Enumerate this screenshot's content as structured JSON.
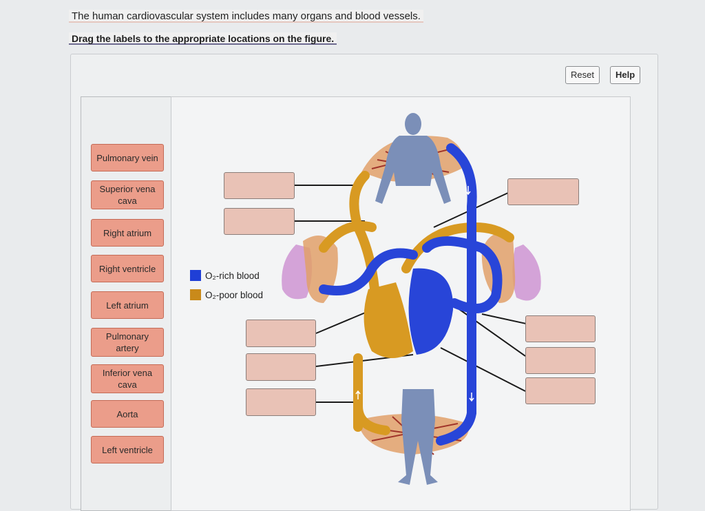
{
  "header": {
    "intro": "The human cardiovascular system includes many organs and blood vessels.",
    "instruction": "Drag the labels to the appropriate locations on the figure."
  },
  "toolbar": {
    "reset_label": "Reset",
    "help_label": "Help"
  },
  "label_bank": {
    "items": [
      "Pulmonary vein",
      "Superior vena cava",
      "Right atrium",
      "Right ventricle",
      "Left atrium",
      "Pulmonary artery",
      "Inferior vena cava",
      "Aorta",
      "Left ventricle"
    ]
  },
  "legend": {
    "items": [
      {
        "label": "O₂-rich blood",
        "color": "#1f3fd6"
      },
      {
        "label": "O₂-poor blood",
        "color": "#c98a1a"
      }
    ]
  },
  "colors": {
    "label_fill": "#eb9d8a",
    "target_fill": "#e9c2b6",
    "oxygen_rich": "#1f3fd6",
    "oxygen_poor": "#d89a22",
    "lung": "#d4a3d8",
    "body": "#7b8fb8"
  }
}
